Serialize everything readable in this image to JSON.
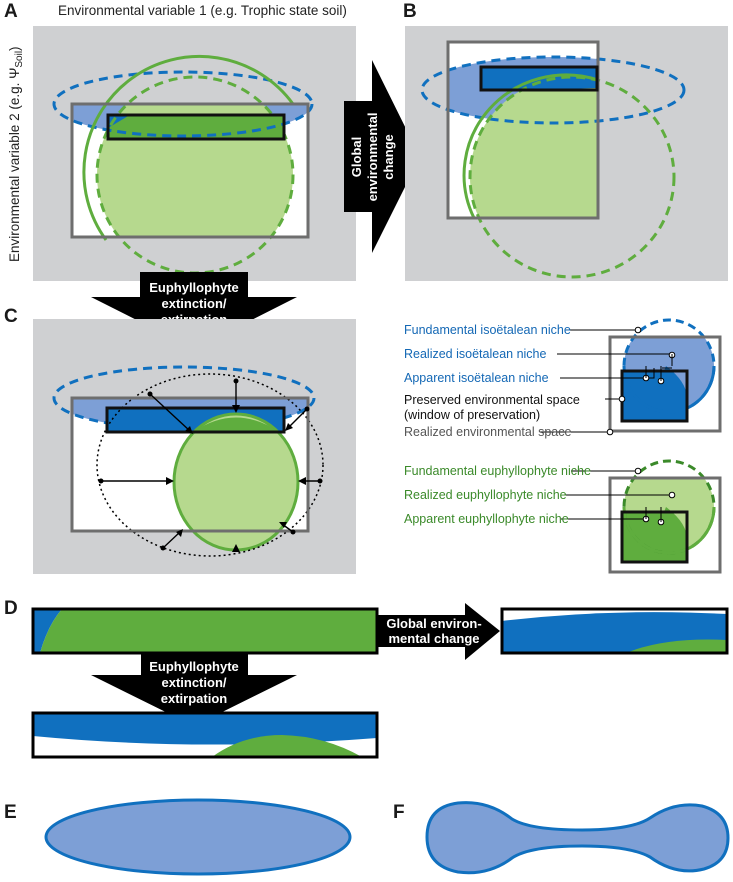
{
  "panels": {
    "A": "A",
    "B": "B",
    "C": "C",
    "D": "D",
    "E": "E",
    "F": "F"
  },
  "axes": {
    "x_label": "Environmental variable 1 (e.g. Trophic state soil)",
    "y_label_main": "Environmental variable 2 (e.g. Ψ",
    "y_label_sub": "Soil",
    "y_label_end": ")"
  },
  "arrows": {
    "global_change": [
      "Global",
      "environmental",
      "change"
    ],
    "extinction": [
      "Euphyllophyte",
      "extinction/",
      "extirpation"
    ],
    "global_change_d": [
      "Global environ-",
      "mental change"
    ],
    "extinction_d": [
      "Euphyllophyte",
      "extinction/",
      "extirpation"
    ]
  },
  "legend": {
    "isoetalean": [
      "Fundamental isoëtalean niche",
      "Realized isoëtalean niche",
      "Apparent isoëtalean niche"
    ],
    "preserved_space": [
      "Preserved environmental space",
      "(window of preservation)"
    ],
    "realized_env_space": "Realized environmental space",
    "euphyllophyte": [
      "Fundamental euphyllophyte niche",
      "Realized euphyllophyte niche",
      "Apparent euphyllophyte niche"
    ]
  },
  "colors": {
    "gray_bg": "#cfd0d2",
    "frame_gray": "#6e6e6e",
    "blue_dark": "#1070bf",
    "blue_light": "#7d9fd6",
    "green_dark": "#5fad3e",
    "green_light": "#b6d98e",
    "green_text": "#3b8a2a",
    "blue_text": "#1468b5"
  }
}
